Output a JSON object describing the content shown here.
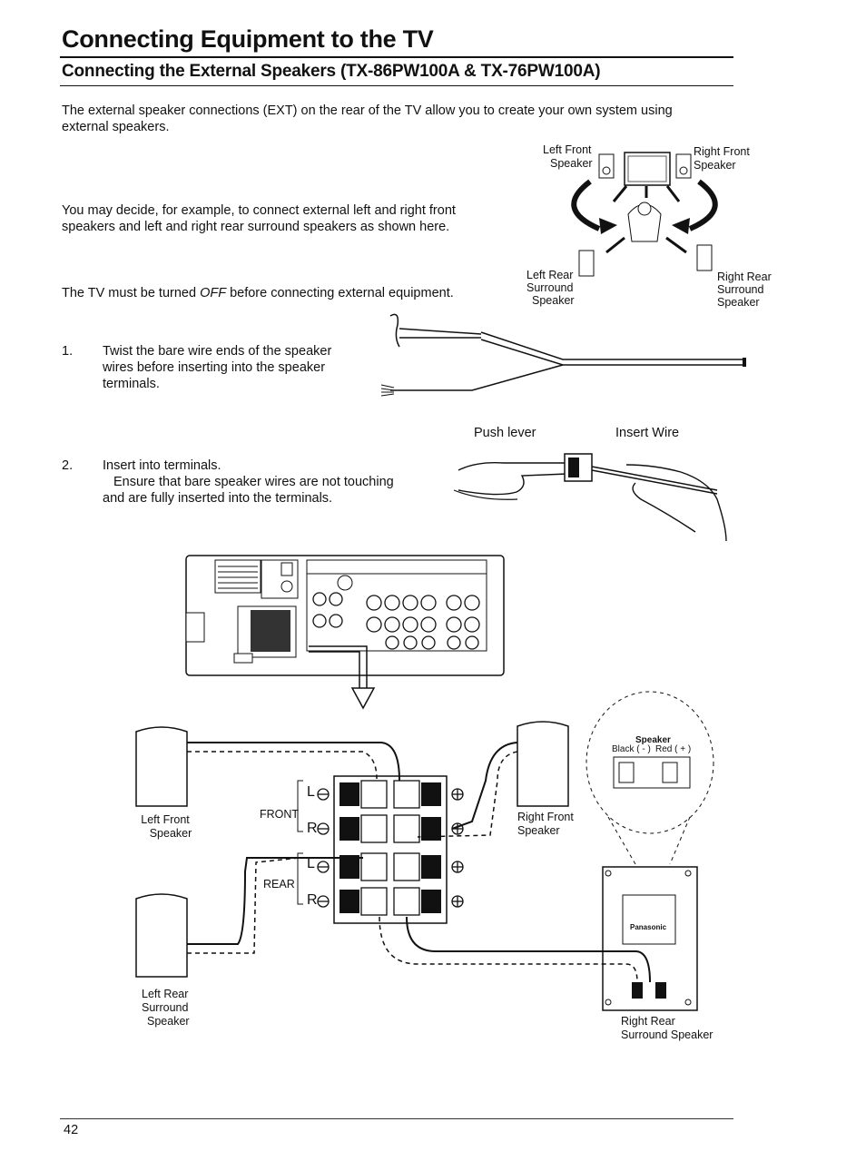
{
  "page": {
    "title": "Connecting Equipment to the TV",
    "subtitle": "Connecting the External Speakers (TX-86PW100A & TX-76PW100A)",
    "page_number": "42"
  },
  "intro": {
    "paragraph1_line1": "The external speaker connections (EXT) on the rear of the TV allow you to create your own system using",
    "paragraph1_line2": "external speakers.",
    "paragraph2_line1": "You may decide, for example, to connect external left and right front",
    "paragraph2_line2": "speakers and left and right rear surround speakers as shown here.",
    "paragraph3_pre": "The TV must be turned ",
    "paragraph3_em": "OFF",
    "paragraph3_post": " before connecting external equipment."
  },
  "layout_diagram": {
    "left_front_1": "Left Front",
    "left_front_2": "Speaker",
    "right_front_1": "Right Front",
    "right_front_2": "Speaker",
    "left_rear_1": "Left Rear",
    "left_rear_2": "Surround",
    "left_rear_3": "Speaker",
    "right_rear_1": "Right Rear",
    "right_rear_2": "Surround",
    "right_rear_3": "Speaker"
  },
  "steps": [
    {
      "number": "1.",
      "line1": "Twist the bare wire ends of the speaker",
      "line2": "wires before inserting into the speaker",
      "line3": "terminals."
    },
    {
      "number": "2.",
      "line1": "Insert into terminals.",
      "line2": "Ensure that bare speaker wires are not touching",
      "line3": "and are fully inserted into the terminals."
    }
  ],
  "terminal_figure": {
    "push_lever": "Push lever",
    "insert_wire": "Insert Wire"
  },
  "wiring_diagram": {
    "front": "FRONT",
    "rear": "REAR",
    "l": "L",
    "r": "R",
    "left_front_1": "Left Front",
    "left_front_2": "Speaker",
    "right_front_1": "Right Front",
    "right_front_2": "Speaker",
    "left_rear_1": "Left Rear",
    "left_rear_2": "Surround",
    "left_rear_3": "Speaker",
    "right_rear_1": "Right Rear",
    "right_rear_2": "Surround Speaker",
    "speaker_callout": "Speaker",
    "black_minus": "Black ( - )",
    "red_plus": "Red ( + )",
    "brand": "Panasonic"
  }
}
